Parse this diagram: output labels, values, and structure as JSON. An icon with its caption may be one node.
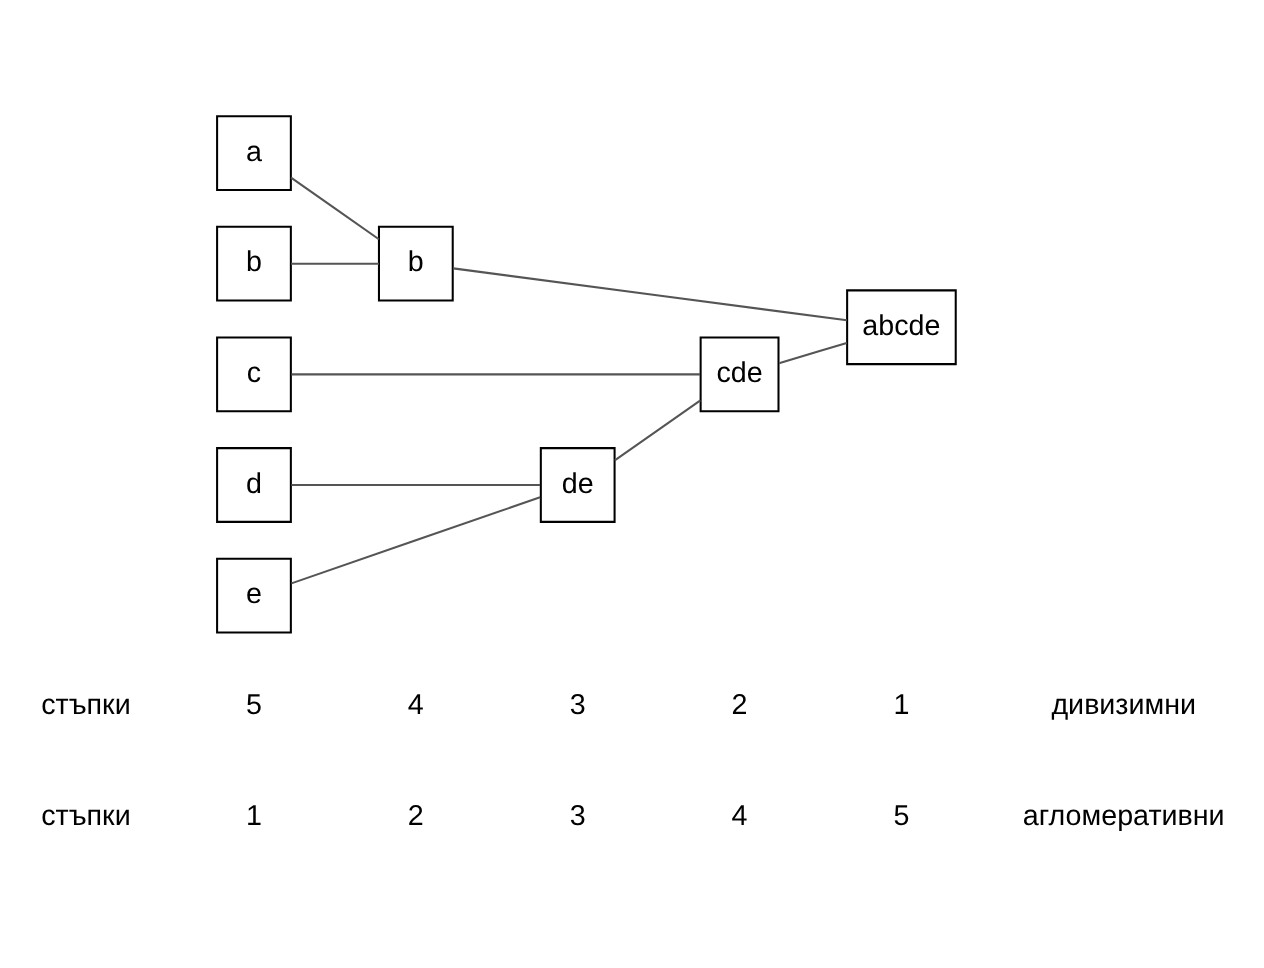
{
  "diagram": {
    "nodes": [
      {
        "text": [
          "a"
        ]
      },
      {
        "text": [
          "b"
        ]
      },
      {
        "text": [
          "c"
        ]
      },
      {
        "text": [
          "d"
        ]
      },
      {
        "text": [
          "e"
        ]
      },
      {
        "text": [
          "b"
        ]
      },
      {
        "text": [
          "abcde"
        ]
      },
      {
        "text": [
          "cde"
        ]
      },
      {
        "text": [
          "de"
        ]
      }
    ],
    "edges": [
      {
        "from": 0,
        "to": 5,
        "arrow": "none"
      },
      {
        "from": 1,
        "to": 5,
        "arrow": "none"
      },
      {
        "from": 5,
        "to": 6,
        "arrow": "none"
      },
      {
        "from": 2,
        "to": 7,
        "arrow": "none"
      },
      {
        "from": 7,
        "to": 6,
        "arrow": "none"
      },
      {
        "from": 3,
        "to": 8,
        "arrow": "none"
      },
      {
        "from": 4,
        "to": 8,
        "arrow": "none"
      },
      {
        "from": 8,
        "to": 7,
        "arrow": "none"
      }
    ],
    "labels": [
      "стъпки",
      "1",
      "2",
      "3",
      "4",
      "5",
      "агломеративни",
      "стъпки",
      "5",
      "4",
      "3",
      "2",
      "1",
      "дивизимни"
    ]
  }
}
